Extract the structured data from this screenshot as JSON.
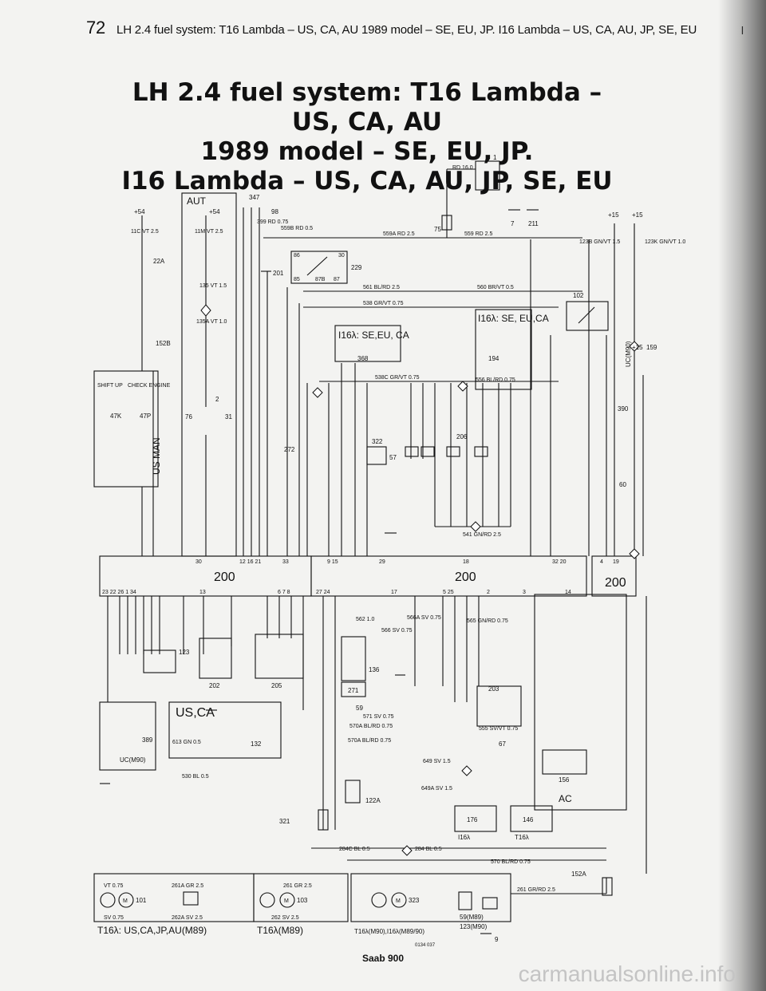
{
  "header": {
    "page_number": "72",
    "running_title": "LH 2.4 fuel system: T16 Lambda – US, CA, AU 1989 model – SE, EU, JP. I16 Lambda – US, CA, AU, JP, SE, EU",
    "edge_mark": "l"
  },
  "title": {
    "line1": "LH 2.4 fuel system: T16 Lambda – US, CA, AU",
    "line2": "1989 model – SE, EU, JP.",
    "line3": "I16 Lambda – US, CA, AU, JP, SE, EU"
  },
  "footer": {
    "brand": "Saab 900",
    "watermark": "carmanualsonline.info",
    "code": "0134 037"
  },
  "boxes": {
    "aut": "AUT",
    "us_man": "US MAN",
    "shift_up": "SHIFT UP",
    "check_engine": "CHECK ENGINE",
    "i16_se_eu_ca": "I16λ: SE,EU, CA",
    "i16_se_eu_ca_right": "I16λ: SE, EU,CA",
    "ecu_left": "200",
    "ecu_right": "200",
    "ecu_far": "200",
    "us_ca": "US,CA",
    "uc_m90_left": "UC(M90)",
    "uc_m90_right": "UC(M90)",
    "ac": "AC"
  },
  "components": {
    "c347": "347",
    "c98": "98",
    "c229": "229",
    "c201": "201",
    "c102": "102",
    "c194": "194",
    "c159": "159",
    "c390": "390",
    "c60": "60",
    "c272": "272",
    "c322": "322",
    "c57": "57",
    "c206": "206",
    "c368": "368",
    "c22a": "22A",
    "c152b": "152B",
    "c47k": "47K",
    "c47p": "47P",
    "c123": "123",
    "c202": "202",
    "c205": "205",
    "c136": "136",
    "c271": "271",
    "c59": "59",
    "c67": "67",
    "c203": "203",
    "c389": "389",
    "c132": "132",
    "c122a": "122A",
    "c176": "176",
    "c146": "146",
    "c156": "156",
    "c321": "321",
    "c152a": "152A",
    "c75": "75",
    "c1": "1",
    "c7": "7",
    "c211": "211",
    "c76": "76",
    "c31": "31",
    "c2": "2",
    "c9": "9"
  },
  "supply": {
    "plus54": "+54",
    "plus15": "+15",
    "plus15_159": "+15"
  },
  "wires": {
    "w1": "RD 16.0",
    "w2": "559A RD 2.5",
    "w3": "559 RD 2.5",
    "w4": "561 BL/RD 2.5",
    "w5": "560 BR/VT 0.5",
    "w6": "538 GR/VT 0.75",
    "w7": "538C GR/VT 0.75",
    "w8": "556 BL/RD 0.75",
    "w9": "541 GN/RD 2.5",
    "w10": "559B RD 0.5",
    "w11": "399 RD 0.75",
    "w12": "571 SV 0.75",
    "w13": "570A BL/RD 0.75",
    "w14": "566 SV 0.75",
    "w15": "566A SV 0.75",
    "w16": "565 GN/RD 0.75",
    "w17": "555 SV/VT 0.75",
    "w18": "284C BL 0.5",
    "w19": "284 BL 0.5",
    "w20": "570 BL/RD 0.75",
    "w21": "613 GN 0.5",
    "w22": "530 BL 0.5",
    "w23": "562 1.0",
    "w24": "649 SV 1.5",
    "w25": "649A SV 1.5",
    "w26": "11C VT 2.5",
    "w27": "11M VT 2.5",
    "w28": "135 VT 1.5",
    "w29": "135A VT 1.0",
    "w30": "123B GN/VT 1.5",
    "w31": "123K GN/VT 1.0",
    "w32": "261A GR 2.5",
    "w33": "262A SV 2.5",
    "w34": "261 GR 2.5",
    "w35": "262 SV 2.5",
    "w36": "261 GR/RD 2.5",
    "w37": "VT 0.75",
    "w38": "SV 0.75",
    "w39": "570A BL/RD 0.75"
  },
  "motors": {
    "m1_num": "101",
    "m1_label": "T16λ: US,CA,JP,AU(M89)",
    "m2_num": "103",
    "m2_label": "T16λ(M89)",
    "m3_num": "323",
    "m3_label": "T16λ(M90),I16λ(M89/90)",
    "m_letter": "M",
    "relay_a": "59(M89)",
    "relay_b": "123(M90)",
    "sub_a": "I16λ",
    "sub_b": "T16λ"
  },
  "pins": {
    "p1": "30",
    "p2": "12 16 21",
    "p3": "33",
    "p4": "23 22 26 1 34",
    "p5": "13",
    "p6": "6 7 8",
    "p7": "9 15",
    "p8": "29",
    "p9": "18",
    "p10": "32 20",
    "p11": "4",
    "p12": "19",
    "p13": "27 24",
    "p14": "17",
    "p15": "5 25",
    "p16": "2",
    "p17": "3",
    "p18": "14",
    "p19": "86",
    "p20": "30",
    "p21": "85",
    "p22": "87B",
    "p23": "87"
  },
  "colors": {
    "ink": "#111111",
    "paper": "#f3f3f1",
    "shadow": "#9a9a9a"
  }
}
